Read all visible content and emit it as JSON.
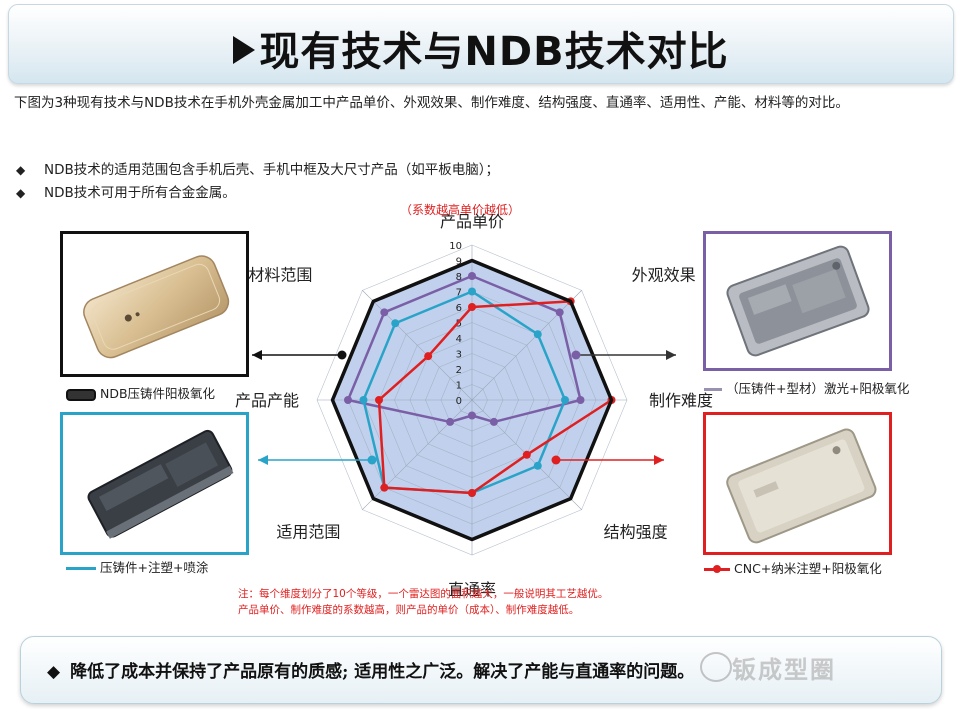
{
  "header": {
    "title": "现有技术与NDB技术对比"
  },
  "intro": {
    "text": "下图为3种现有技术与NDB技术在手机外壳金属加工中产品单价、外观效果、制作难度、结构强度、直通率、适用性、产能、材料等的对比。"
  },
  "bullets": [
    {
      "marker": "◆",
      "text": "NDB技术的适用范围包含手机后壳、手机中框及大尺寸产品（如平板电脑）；"
    },
    {
      "marker": "◆",
      "text": "NDB技术可用于所有合金金属。"
    }
  ],
  "coefficient_note": "（系数越高单价越低）",
  "legends": {
    "ndb": "NDB压铸件阳极氧化",
    "purple": "（压铸件+型材）激光+阳极氧化",
    "blue": "压铸件+注塑+喷涂",
    "red": "CNC+纳米注塑+阳极氧化"
  },
  "footnote": {
    "line1": "注：每个维度划分了10个等级，一个雷达图的面积越大，一般说明其工艺越优。",
    "line2": "产品单价、制作难度的系数越高，则产品的单价（成本）、制作难度越低。"
  },
  "bottom": {
    "text": "降低了成本并保持了产品原有的质感; 适用性之广泛。解决了产能与直通率的问题。"
  },
  "watermark": "钣成型圈",
  "colors": {
    "ndb": "#111111",
    "purple": "#7b5fa6",
    "blue": "#2aa3c8",
    "red": "#e02020",
    "fill": "#b6c9ea"
  },
  "chart_data": {
    "type": "radar",
    "axes": [
      "产品单价",
      "外观效果",
      "制作难度",
      "结构强度",
      "直通率",
      "适用范围",
      "产品产能",
      "材料范围"
    ],
    "scale": [
      0,
      10
    ],
    "ticks": [
      "0",
      "1",
      "2",
      "3",
      "4",
      "5",
      "6",
      "7",
      "8",
      "9",
      "10"
    ],
    "series": [
      {
        "name": "NDB压铸件阳极氧化",
        "color": "#111111",
        "values": [
          9,
          9,
          9,
          9,
          9,
          9,
          9,
          9
        ],
        "filled": true
      },
      {
        "name": "（压铸件+型材）激光+阳极氧化",
        "color": "#7b5fa6",
        "values": [
          8,
          8,
          7,
          2,
          1,
          2,
          8,
          8
        ]
      },
      {
        "name": "压铸件+注塑+喷涂",
        "color": "#2aa3c8",
        "values": [
          7,
          6,
          6,
          6,
          6,
          8,
          7,
          7
        ]
      },
      {
        "name": "CNC+纳米注塑+阳极氧化",
        "color": "#e02020",
        "values": [
          6,
          9,
          9,
          5,
          6,
          8,
          6,
          4
        ]
      }
    ]
  }
}
